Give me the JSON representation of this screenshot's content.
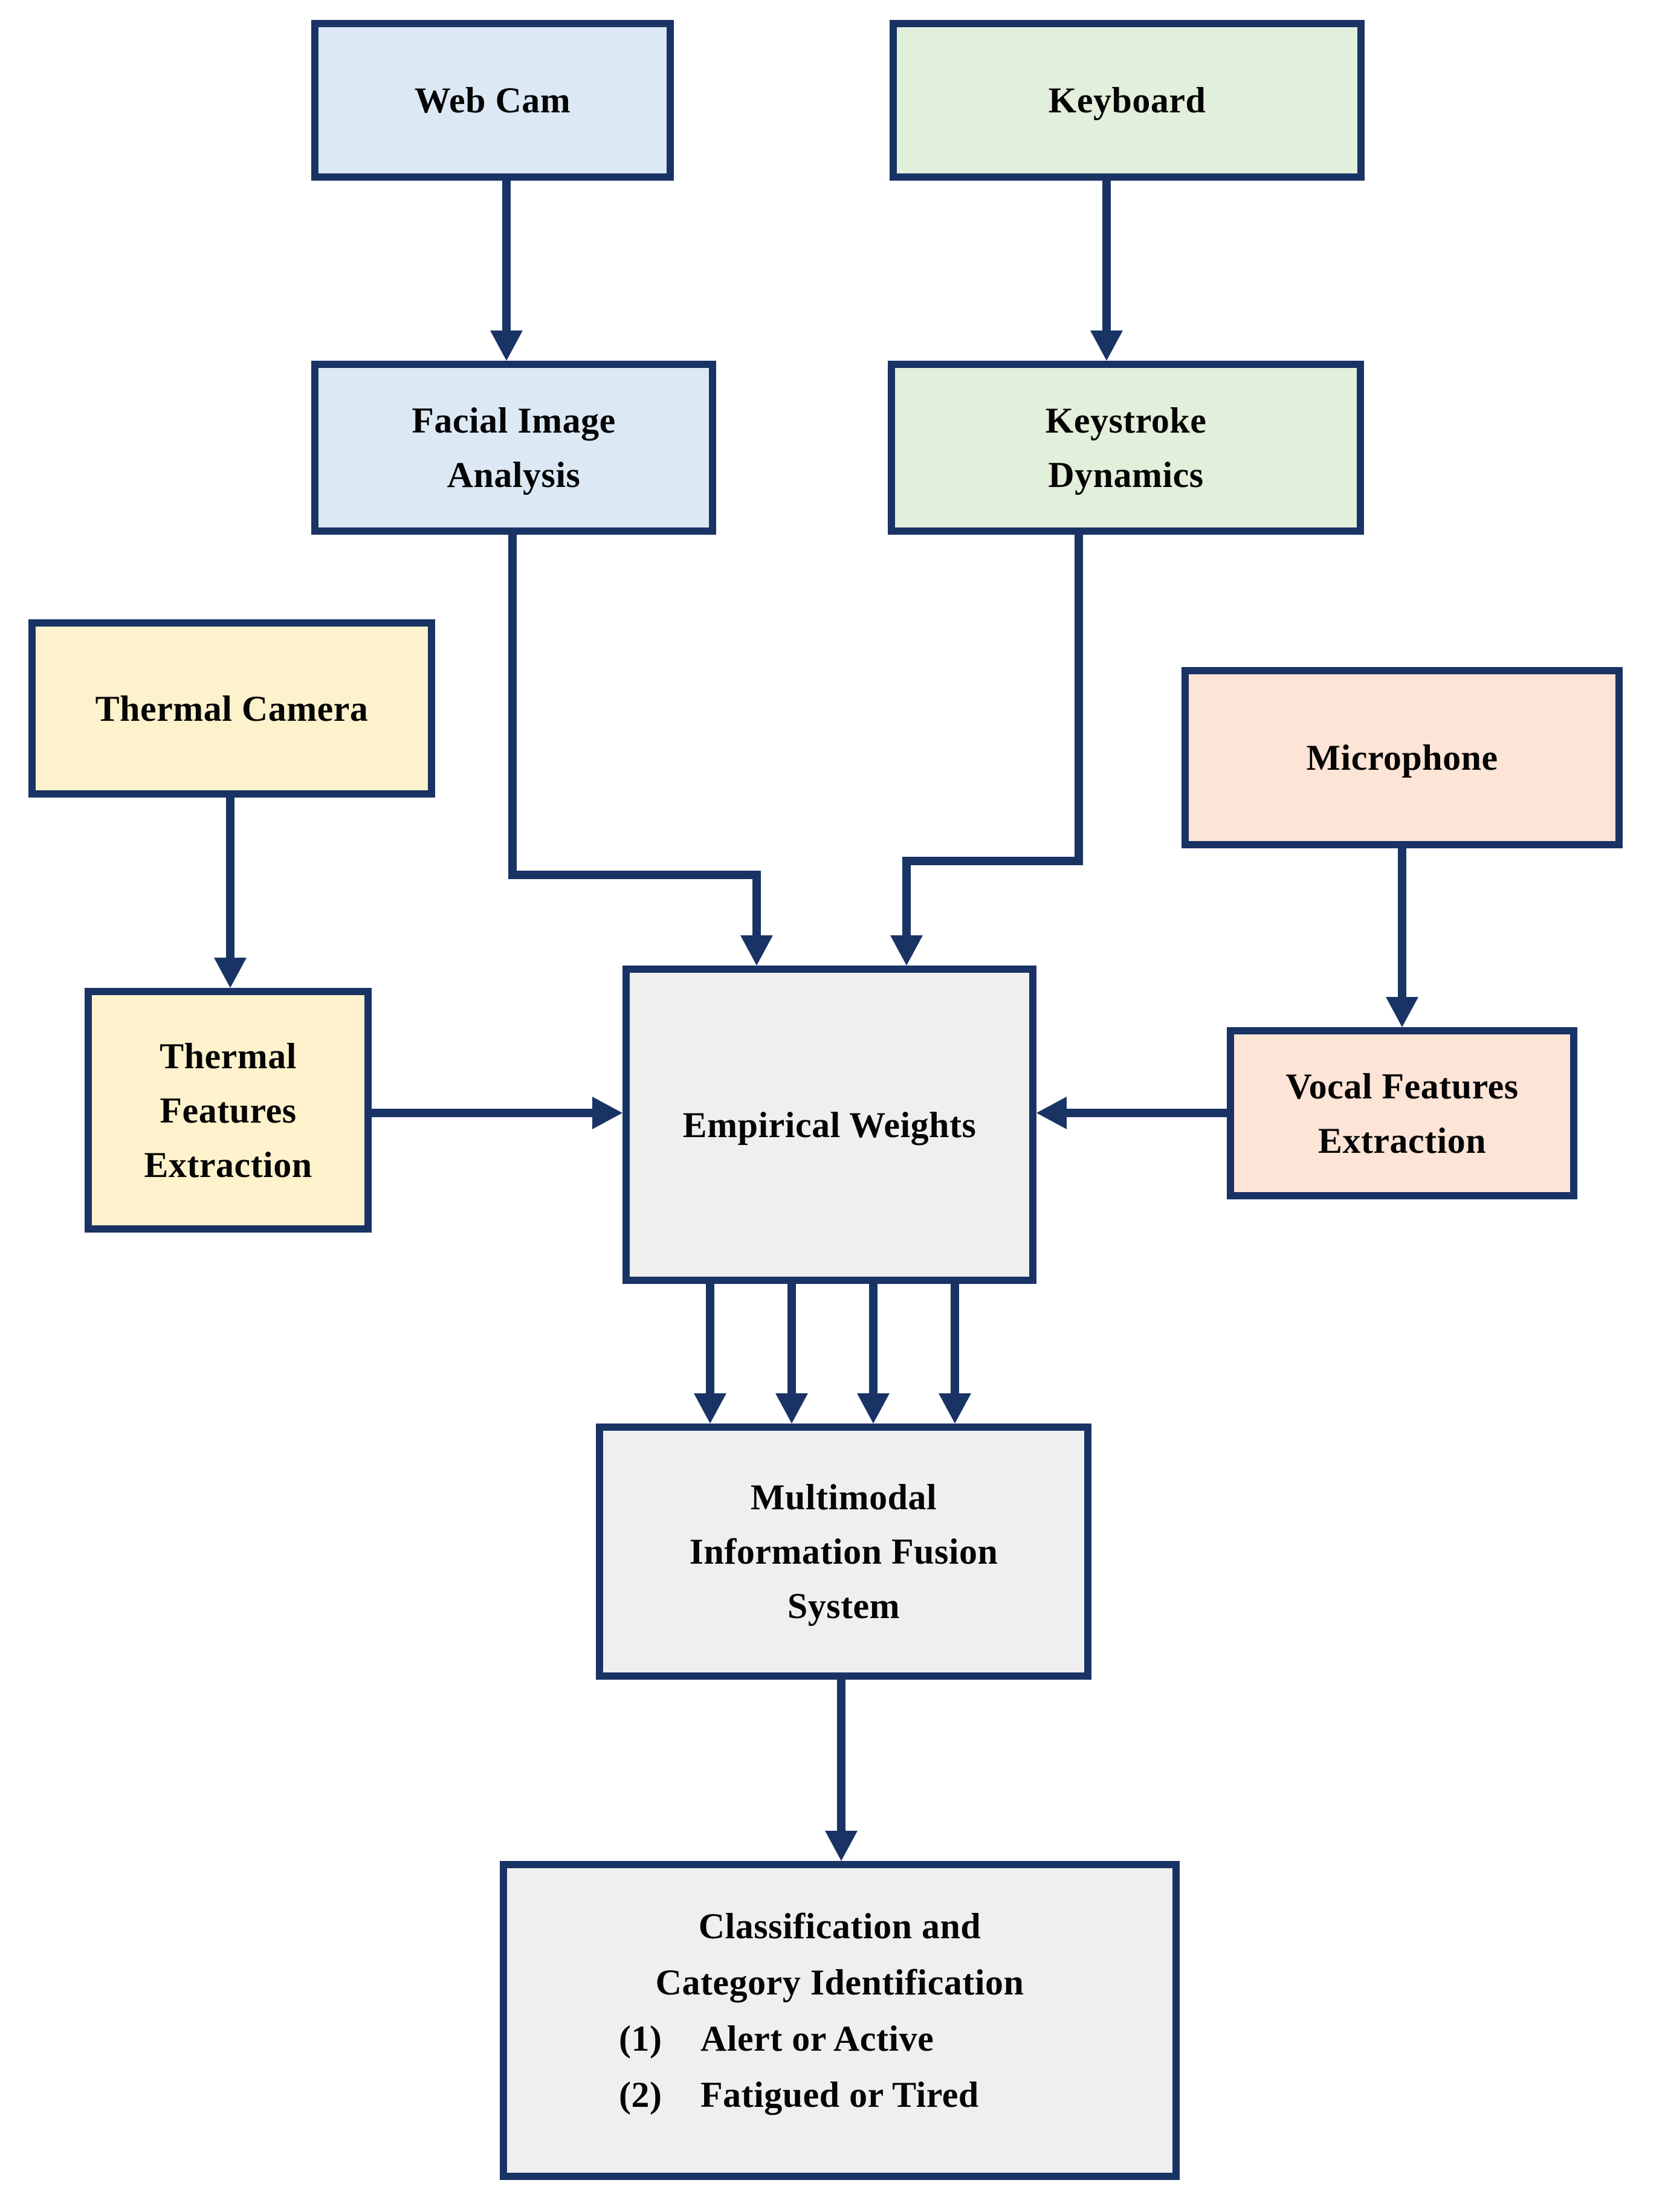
{
  "diagram": {
    "description": "Multimodal fatigue detection system flow diagram",
    "background": "#ffffff"
  },
  "colors": {
    "line_and_border": "#1a3365",
    "blue_fill": "#dce9f5",
    "green_fill": "#e2efda",
    "yellow_fill": "#fdf2cc",
    "peach_fill": "#fce4d6",
    "gray_fill": "#efeff0",
    "text": "#050505"
  },
  "nodes": {
    "web_cam": {
      "label": "Web Cam"
    },
    "keyboard": {
      "label": "Keyboard"
    },
    "facial_image_analysis": {
      "label": "Facial Image\nAnalysis"
    },
    "keystroke_dynamics": {
      "label": "Keystroke\nDynamics"
    },
    "thermal_camera": {
      "label": "Thermal Camera"
    },
    "microphone": {
      "label": "Microphone"
    },
    "thermal_features_extraction": {
      "label": "Thermal\nFeatures\nExtraction"
    },
    "vocal_features_extraction": {
      "label": "Vocal Features\nExtraction"
    },
    "empirical_weights": {
      "label": "Empirical Weights"
    },
    "multimodal_fusion": {
      "label": "Multimodal\nInformation Fusion\nSystem"
    },
    "classification": {
      "title_line_1": "Classification and",
      "title_line_2": "Category Identification",
      "items": [
        {
          "num": "(1)",
          "text": "Alert or Active"
        },
        {
          "num": "(2)",
          "text": "Fatigued or Tired"
        }
      ]
    }
  },
  "edges": [
    {
      "from": "Web Cam",
      "to": "Facial Image Analysis",
      "style": "straight-down-arrow"
    },
    {
      "from": "Keyboard",
      "to": "Keystroke Dynamics",
      "style": "straight-down-arrow"
    },
    {
      "from": "Thermal Camera",
      "to": "Thermal Features Extraction",
      "style": "straight-down-arrow"
    },
    {
      "from": "Microphone",
      "to": "Vocal Features Extraction",
      "style": "straight-down-arrow"
    },
    {
      "from": "Facial Image Analysis",
      "to": "Empirical Weights",
      "style": "elbow-down-right-down-arrow"
    },
    {
      "from": "Keystroke Dynamics",
      "to": "Empirical Weights",
      "style": "elbow-down-left-down-arrow"
    },
    {
      "from": "Thermal Features Extraction",
      "to": "Empirical Weights",
      "style": "straight-right-arrow"
    },
    {
      "from": "Vocal Features Extraction",
      "to": "Empirical Weights",
      "style": "straight-left-arrow"
    },
    {
      "from": "Empirical Weights",
      "to": "Multimodal Information Fusion System",
      "style": "four-parallel-down-arrows"
    },
    {
      "from": "Multimodal Information Fusion System",
      "to": "Classification and Category Identification",
      "style": "straight-down-arrow"
    }
  ]
}
